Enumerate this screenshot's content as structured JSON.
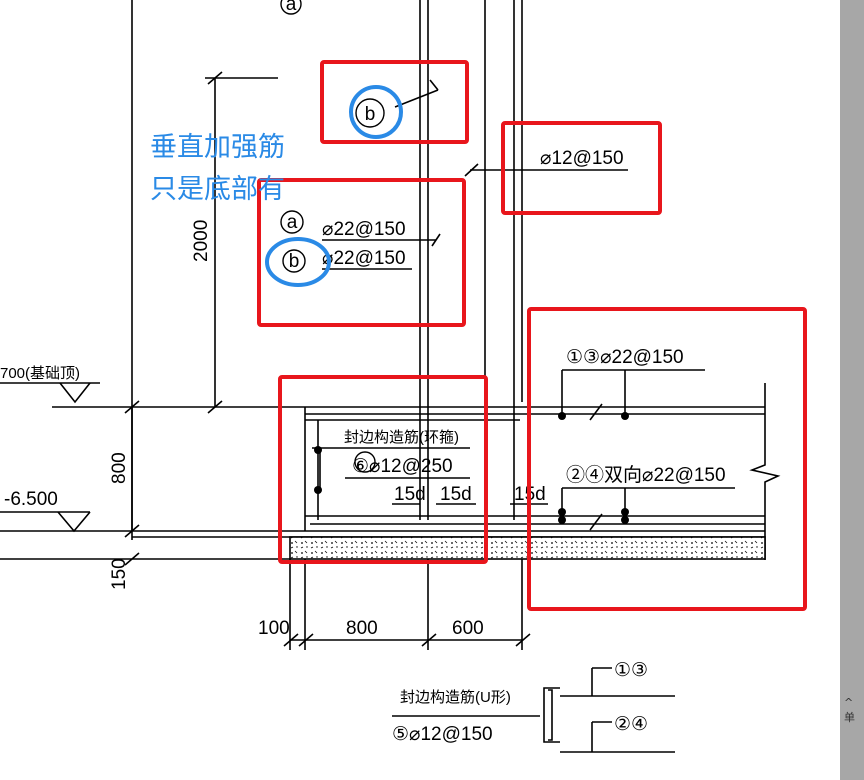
{
  "annotation": {
    "note_line1": "垂直加强筋",
    "note_line2": "只是底部有",
    "colors": {
      "highlight_box": "#e8161c",
      "circle_mark": "#2a8ae6",
      "note_text": "#2a8ae6"
    }
  },
  "drawing": {
    "dimensions": {
      "height_2000": "2000",
      "height_800": "800",
      "height_150": "150",
      "width_100": "100",
      "width_800": "800",
      "width_600": "600"
    },
    "elevations": {
      "top_label": "700(基础顶)",
      "bottom_label": "-6.500"
    },
    "rebar": {
      "top_cut_label": "a",
      "mark_b_top": "b",
      "wall_spec": "⌀12@150",
      "mark_a": "a",
      "spec_a": "⌀22@150",
      "mark_b": "b",
      "spec_b": "⌀22@150",
      "top_mesh": "①③⌀22@150",
      "bottom_mesh": "②④双向⌀22@150",
      "edge_bar_title": "封边构造筋(环箍)",
      "edge_bar_spec": "⑥⌀12@250",
      "anchor_1": "15d",
      "anchor_2": "15d",
      "anchor_3": "15d",
      "u_bar_title": "封边构造筋(U形)",
      "u_bar_spec": "⑤⌀12@150",
      "u_ref_top": "①③",
      "u_ref_bottom": "②④"
    },
    "side_text": "^ 单"
  }
}
